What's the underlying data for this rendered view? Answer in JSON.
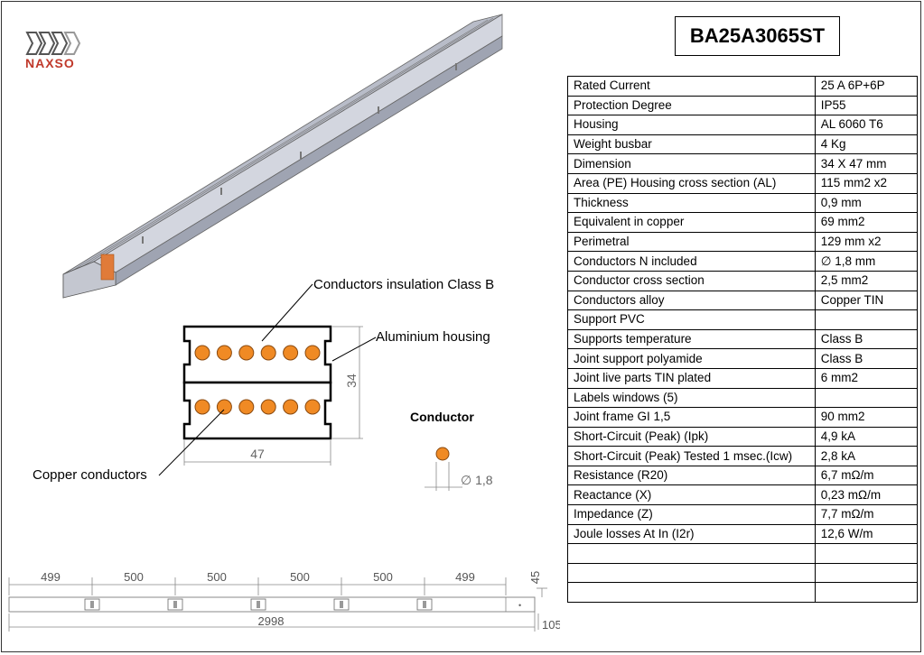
{
  "brand": {
    "logo_text": "NAXSO"
  },
  "product_code": "BA25A3065ST",
  "specs": [
    {
      "label": "Rated Current",
      "value": "25 A 6P+6P"
    },
    {
      "label": "Protection Degree",
      "value": "IP55"
    },
    {
      "label": "Housing",
      "value": "AL 6060 T6"
    },
    {
      "label": "Weight busbar",
      "value": "4 Kg"
    },
    {
      "label": "Dimension",
      "value": "34 X 47 mm"
    },
    {
      "label": "Area (PE) Housing cross section (AL)",
      "value": "115 mm2 x2"
    },
    {
      "label": "Thickness",
      "value": "0,9 mm"
    },
    {
      "label": "Equivalent in copper",
      "value": "69 mm2"
    },
    {
      "label": "Perimetral",
      "value": "129 mm x2"
    },
    {
      "label": "Conductors N included",
      "value": "∅ 1,8 mm"
    },
    {
      "label": "Conductor cross section",
      "value": "2,5 mm2"
    },
    {
      "label": "Conductors alloy",
      "value": "Copper TIN"
    },
    {
      "label": "Support PVC",
      "value": ""
    },
    {
      "label": "Supports temperature",
      "value": "Class B"
    },
    {
      "label": "Joint support polyamide",
      "value": "Class B"
    },
    {
      "label": "Joint live parts TIN plated",
      "value": "6 mm2"
    },
    {
      "label": "Labels windows (5)",
      "value": ""
    },
    {
      "label": "Joint frame GI 1,5",
      "value": "90 mm2"
    },
    {
      "label": "Short-Circuit (Peak) (Ipk)",
      "value": "4,9 kA"
    },
    {
      "label": "Short-Circuit (Peak) Tested 1 msec.(Icw)",
      "value": "2,8 kA"
    },
    {
      "label": "Resistance (R20)",
      "value": "6,7 mΩ/m"
    },
    {
      "label": "Reactance (X)",
      "value": "0,23 mΩ/m"
    },
    {
      "label": "Impedance (Z)",
      "value": "7,7 mΩ/m"
    },
    {
      "label": "Joule losses At In (I2r)",
      "value": "12,6 W/m"
    },
    {
      "label": "",
      "value": ""
    },
    {
      "label": "",
      "value": ""
    },
    {
      "label": "",
      "value": ""
    }
  ],
  "section_drawing": {
    "insulation_label": "Conductors insulation Class B",
    "housing_label": "Aluminium housing",
    "copper_label": "Copper conductors",
    "height_dim": "34",
    "width_dim": "47",
    "conductor_color": "#f08a24"
  },
  "conductor_detail": {
    "title": "Conductor",
    "diameter": "∅ 1,8"
  },
  "length_drawing": {
    "segments": [
      "499",
      "500",
      "500",
      "500",
      "500",
      "499"
    ],
    "total": "2998",
    "height_top": "45",
    "end_dim": "105"
  },
  "colors": {
    "housing": "#c9ccd6",
    "housing_dark": "#8e93a3",
    "accent": "#c0392b"
  }
}
